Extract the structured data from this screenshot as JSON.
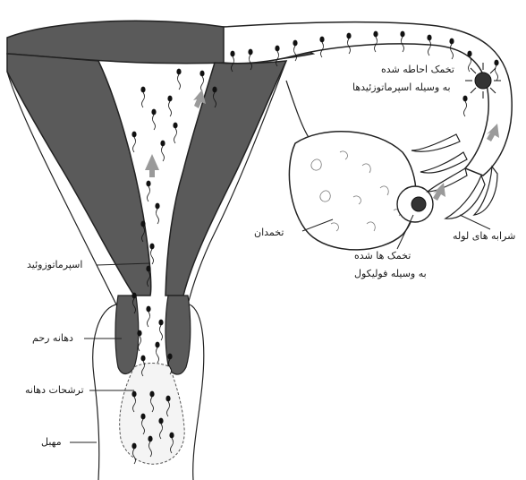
{
  "labels": {
    "egg_surrounded": {
      "line1": "تخمک احاطه شده",
      "line2": "به وسیله اسپرماتوزئیدها"
    },
    "fimbriae": "شرابه های لوله",
    "ovary": "تخمدان",
    "egg_follicle": {
      "line1": "تخمک ها شده",
      "line2": "به وسیله فولیکول"
    },
    "spermatozoa": "اسپرماتوزوئید",
    "cervix": "دهانه رحم",
    "cervical_secretions": "ترشحات دهانه",
    "vagina": "مهبل"
  },
  "colors": {
    "tissue": "#5a5a5a",
    "outline": "#222222",
    "sperm": "#111111",
    "arrow": "#9a9a9a"
  }
}
